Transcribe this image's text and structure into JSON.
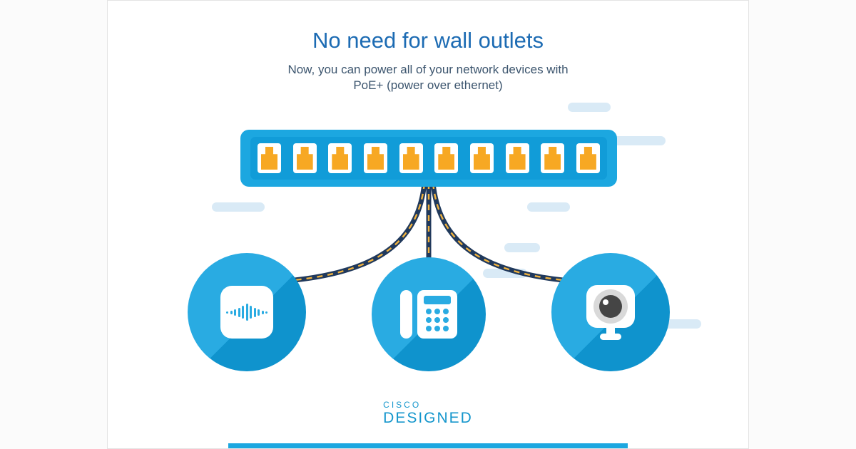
{
  "page": {
    "title": "No need for wall outlets",
    "subtitle_line1": "Now, you can power all of your network devices with",
    "subtitle_line2": "PoE+ (power over ethernet)"
  },
  "brand": {
    "top": "CISCO",
    "bottom": "DESIGNED"
  },
  "diagram": {
    "switch": {
      "name": "poe-switch",
      "port_count": 10
    },
    "cables": [
      "cable-to-access-point",
      "cable-to-ip-phone",
      "cable-to-camera"
    ],
    "devices": [
      {
        "icon": "access-point-icon"
      },
      {
        "icon": "ip-phone-icon"
      },
      {
        "icon": "security-camera-icon"
      }
    ]
  },
  "colors": {
    "title_blue": "#1c6bb3",
    "subtitle_navy": "#3c556e",
    "bright_blue": "#1ca7e0",
    "switch_inner_blue": "#119cd8",
    "circle_blue": "#29abe2",
    "circle_shadow": "#0f93cd",
    "port_orange": "#f7a823",
    "cable_navy": "#20395c",
    "cable_stripe_yellow": "#f0b23e",
    "decor_pill": "#d9eaf6",
    "brand_blue": "#1496cc"
  }
}
